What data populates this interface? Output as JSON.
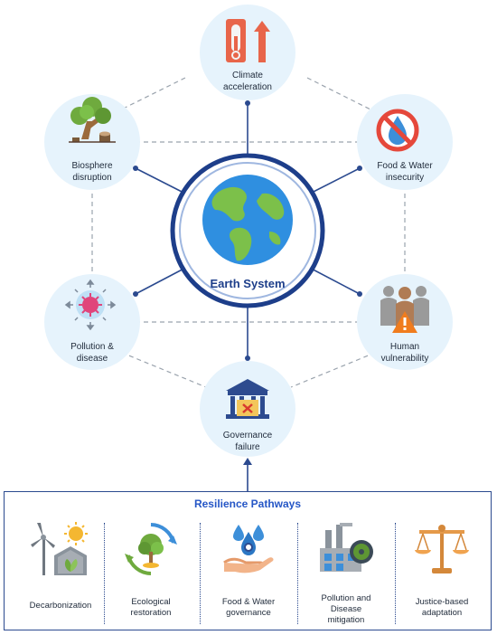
{
  "center": {
    "label": "Earth System"
  },
  "nodes": {
    "climate": {
      "line1": "Climate",
      "line2": "acceleration",
      "icon": "thermometer-rising-icon"
    },
    "biosphere": {
      "line1": "Biosphere",
      "line2": "disruption",
      "icon": "tree-stump-icon"
    },
    "food_water": {
      "line1": "Food & Water",
      "line2": "insecurity",
      "icon": "no-water-icon"
    },
    "pollution": {
      "line1": "Pollution &",
      "line2": "disease",
      "icon": "virus-icon"
    },
    "human": {
      "line1": "Human",
      "line2": "vulnerability",
      "icon": "people-warning-icon"
    },
    "governance": {
      "line1": "Governance",
      "line2": "failure",
      "icon": "broken-institution-icon"
    }
  },
  "resilience": {
    "title": "Resilience Pathways",
    "items": [
      {
        "lines": [
          "Decarbonization"
        ],
        "icon": "wind-solar-icon"
      },
      {
        "lines": [
          "Ecological",
          "restoration"
        ],
        "icon": "tree-cycle-icon"
      },
      {
        "lines": [
          "Food & Water",
          "governance"
        ],
        "icon": "hand-water-icon"
      },
      {
        "lines": [
          "Pollution and",
          "Disease",
          "mitigation"
        ],
        "icon": "factory-gear-icon"
      },
      {
        "lines": [
          "Justice-based",
          "adaptation"
        ],
        "icon": "scales-icon"
      }
    ]
  },
  "colors": {
    "node_fill": "#e6f3fc",
    "connector": "#2b4a8f",
    "dashed": "#9aa3ad",
    "center_ring": "#1d3e8a",
    "accent_text": "#2556c6"
  }
}
